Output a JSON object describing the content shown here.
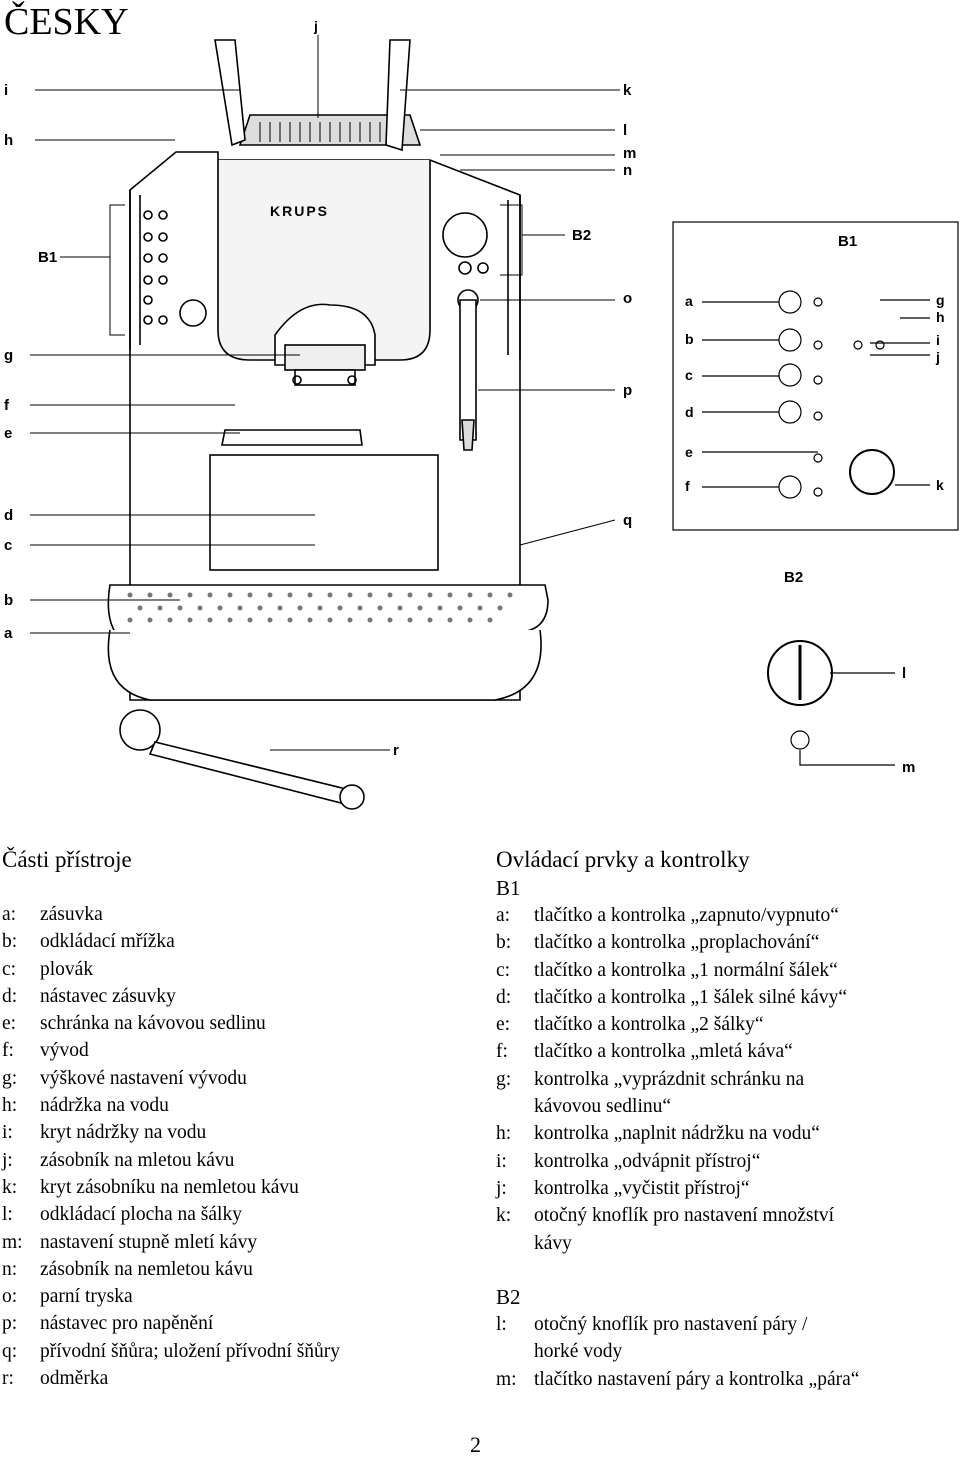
{
  "language_heading": "ČESKY",
  "figure_labels": {
    "j": "j",
    "i": "i",
    "h": "h",
    "k": "k",
    "l": "l",
    "m": "m",
    "n": "n",
    "b1": "B1",
    "b2": "B2",
    "o": "o",
    "g": "g",
    "f": "f",
    "e": "e",
    "p": "p",
    "d": "d",
    "q": "q",
    "c": "c",
    "b": "b",
    "a": "a",
    "r": "r",
    "brand": "KRUPS"
  },
  "panel_b1": {
    "title": "B1",
    "left_labels": [
      "a",
      "b",
      "c",
      "d",
      "e",
      "f"
    ],
    "right_labels": [
      "g",
      "h",
      "i",
      "j"
    ],
    "knob_label": "k"
  },
  "panel_b2": {
    "title": "B2",
    "knob_label": "l",
    "button_label": "m"
  },
  "parts": {
    "heading": "Části přístroje",
    "items": [
      {
        "key": "a:",
        "text": "zásuvka"
      },
      {
        "key": "b:",
        "text": "odkládací mřížka"
      },
      {
        "key": "c:",
        "text": "plovák"
      },
      {
        "key": "d:",
        "text": "nástavec zásuvky"
      },
      {
        "key": "e:",
        "text": "schránka na kávovou sedlinu"
      },
      {
        "key": "f:",
        "text": "vývod"
      },
      {
        "key": "g:",
        "text": "výškové nastavení vývodu"
      },
      {
        "key": "h:",
        "text": "nádržka na vodu"
      },
      {
        "key": "i:",
        "text": "kryt nádržky na vodu"
      },
      {
        "key": "j:",
        "text": "zásobník na mletou kávu"
      },
      {
        "key": "k:",
        "text": "kryt zásobníku na nemletou kávu"
      },
      {
        "key": "l:",
        "text": "odkládací plocha na šálky"
      },
      {
        "key": "m:",
        "text": "nastavení stupně mletí kávy"
      },
      {
        "key": "n:",
        "text": "zásobník na nemletou kávu"
      },
      {
        "key": "o:",
        "text": "parní tryska"
      },
      {
        "key": "p:",
        "text": "nástavec pro napěnění"
      },
      {
        "key": "q:",
        "text": "přívodní šňůra; uložení přívodní šňůry"
      },
      {
        "key": "r:",
        "text": "odměrka"
      }
    ]
  },
  "controls": {
    "heading": "Ovládací prvky a kontrolky",
    "b1_heading": "B1",
    "b1_items": [
      {
        "key": "a:",
        "lines": [
          "tlačítko a kontrolka „zapnuto/vypnuto“"
        ]
      },
      {
        "key": "b:",
        "lines": [
          "tlačítko a kontrolka „proplachování“"
        ]
      },
      {
        "key": "c:",
        "lines": [
          "tlačítko a kontrolka „1 normální šálek“"
        ]
      },
      {
        "key": "d:",
        "lines": [
          "tlačítko a kontrolka „1 šálek silné kávy“"
        ]
      },
      {
        "key": "e:",
        "lines": [
          "tlačítko a kontrolka „2 šálky“"
        ]
      },
      {
        "key": "f:",
        "lines": [
          "tlačítko a kontrolka „mletá káva“"
        ]
      },
      {
        "key": "g:",
        "lines": [
          "kontrolka „vyprázdnit schránku na",
          "kávovou sedlinu“"
        ]
      },
      {
        "key": "h:",
        "lines": [
          "kontrolka „naplnit nádržku na vodu“"
        ]
      },
      {
        "key": "i:",
        "lines": [
          "kontrolka „odvápnit přístroj“"
        ]
      },
      {
        "key": "j:",
        "lines": [
          "kontrolka „vyčistit přístroj“"
        ]
      },
      {
        "key": "k:",
        "lines": [
          "otočný knoflík pro nastavení množství",
          "kávy"
        ]
      }
    ],
    "b2_heading": "B2",
    "b2_items": [
      {
        "key": "l:",
        "lines": [
          "otočný knoflík pro nastavení páry /",
          "horké vody"
        ]
      },
      {
        "key": "m:",
        "lines": [
          "tlačítko nastavení páry a kontrolka „pára“"
        ]
      }
    ]
  },
  "page_number": "2"
}
